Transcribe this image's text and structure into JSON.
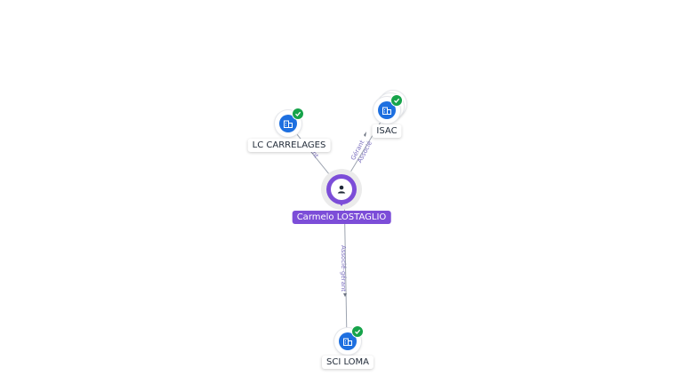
{
  "center": {
    "name": "Carmelo LOSTAGLIO",
    "icon": "person-icon",
    "color": "#7c4dd8"
  },
  "companies": [
    {
      "name": "LC CARRELAGES",
      "icon": "building-icon",
      "status": "verified-check-icon"
    },
    {
      "name": "ISAC",
      "icon": "building-icon",
      "status": "verified-check-icon"
    },
    {
      "name": "SCI LOMA",
      "icon": "building-icon",
      "status": "verified-check-icon"
    }
  ],
  "relations": {
    "lc_carrelages": [
      "Gérant"
    ],
    "isac": [
      "Gérant",
      "Associé"
    ],
    "sci_loma": [
      "Associé-gérant"
    ]
  },
  "colors": {
    "company_icon": "#1d6fe0",
    "verified": "#16a34a",
    "edge_label": "#7b6fbf",
    "edge_line": "#9ca3af"
  }
}
